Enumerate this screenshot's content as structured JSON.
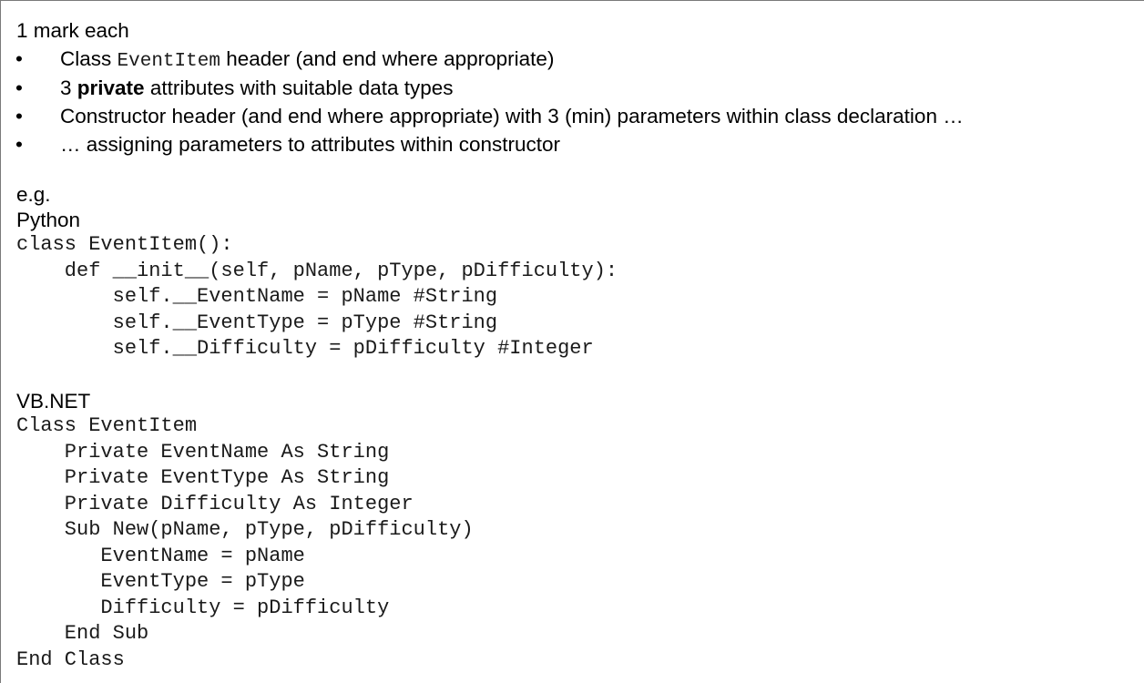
{
  "intro": "1 mark each",
  "bullets": {
    "b1_before": "Class ",
    "b1_code": "EventItem",
    "b1_after": " header (and end where appropriate)",
    "b2_before": "3 ",
    "b2_bold": "private",
    "b2_after": " attributes with suitable data types",
    "b3": "Constructor header (and end where appropriate) with 3 (min) parameters within class declaration …",
    "b4": "… assigning parameters to attributes within constructor",
    "bullet_glyph": "•"
  },
  "eg_label": "e.g.",
  "python": {
    "heading": "Python",
    "lines": [
      "class EventItem():",
      "    def __init__(self, pName, pType, pDifficulty):",
      "        self.__EventName = pName #String",
      "        self.__EventType = pType #String",
      "        self.__Difficulty = pDifficulty #Integer"
    ]
  },
  "vbnet": {
    "heading": "VB.NET",
    "lines": [
      "Class EventItem",
      "    Private EventName As String",
      "    Private EventType As String",
      "    Private Difficulty As Integer",
      "    Sub New(pName, pType, pDifficulty)",
      "       EventName = pName",
      "       EventType = pType",
      "       Difficulty = pDifficulty",
      "    End Sub",
      "End Class"
    ]
  }
}
